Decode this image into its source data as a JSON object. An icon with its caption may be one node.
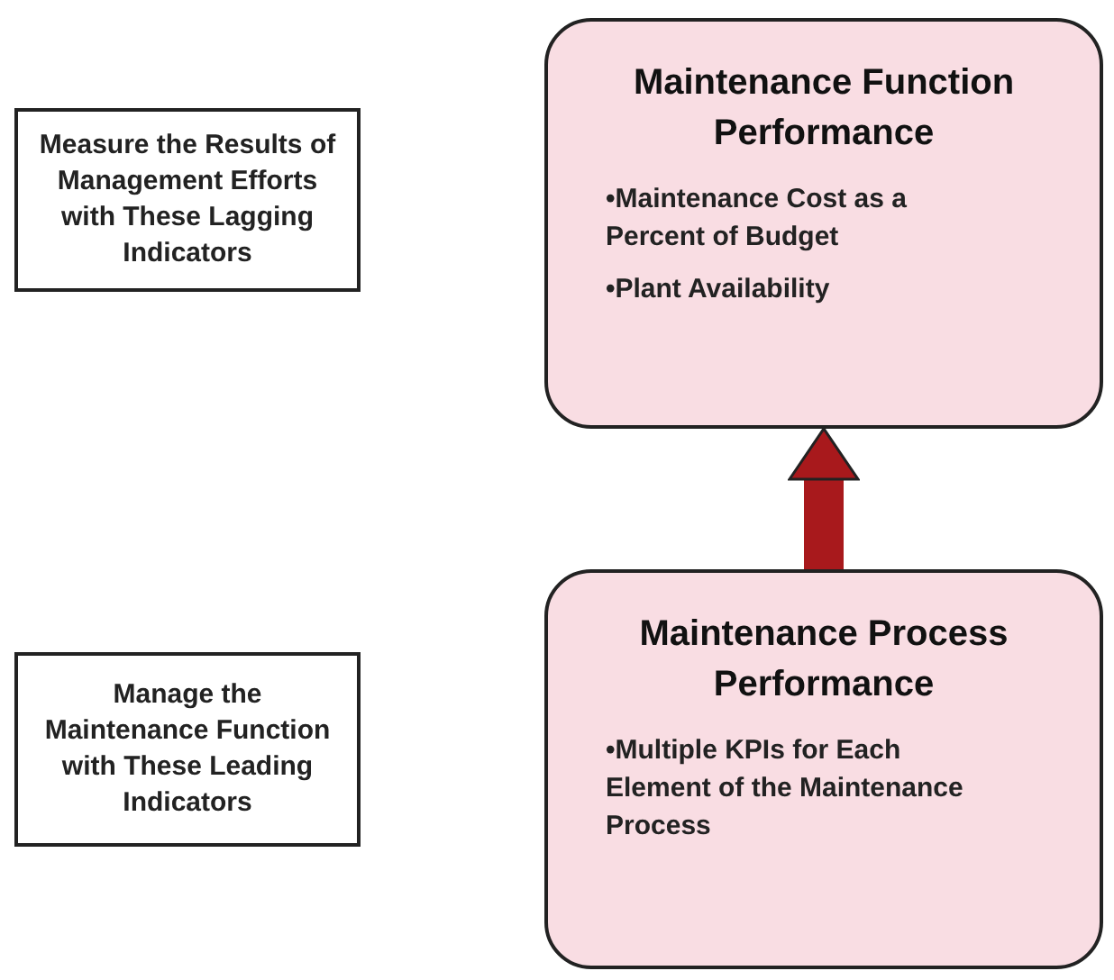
{
  "diagram": {
    "nodes": [
      {
        "text": [
          "Measure the Results of Management Efforts with These Lagging Indicators"
        ]
      },
      {
        "text": [
          "Maintenance Function Performance",
          "•Maintenance Cost as a Percent of Budget",
          "•Plant Availability"
        ]
      },
      {
        "text": [
          "Manage the Maintenance Function with These Leading Indicators"
        ]
      },
      {
        "text": [
          "Maintenance Process Performance",
          "•Multiple KPIs for Each Element of the Maintenance Process"
        ]
      }
    ],
    "edges": [
      {
        "from": 3,
        "to": 1,
        "arrow": "to",
        "color": "#a8191c"
      }
    ]
  }
}
